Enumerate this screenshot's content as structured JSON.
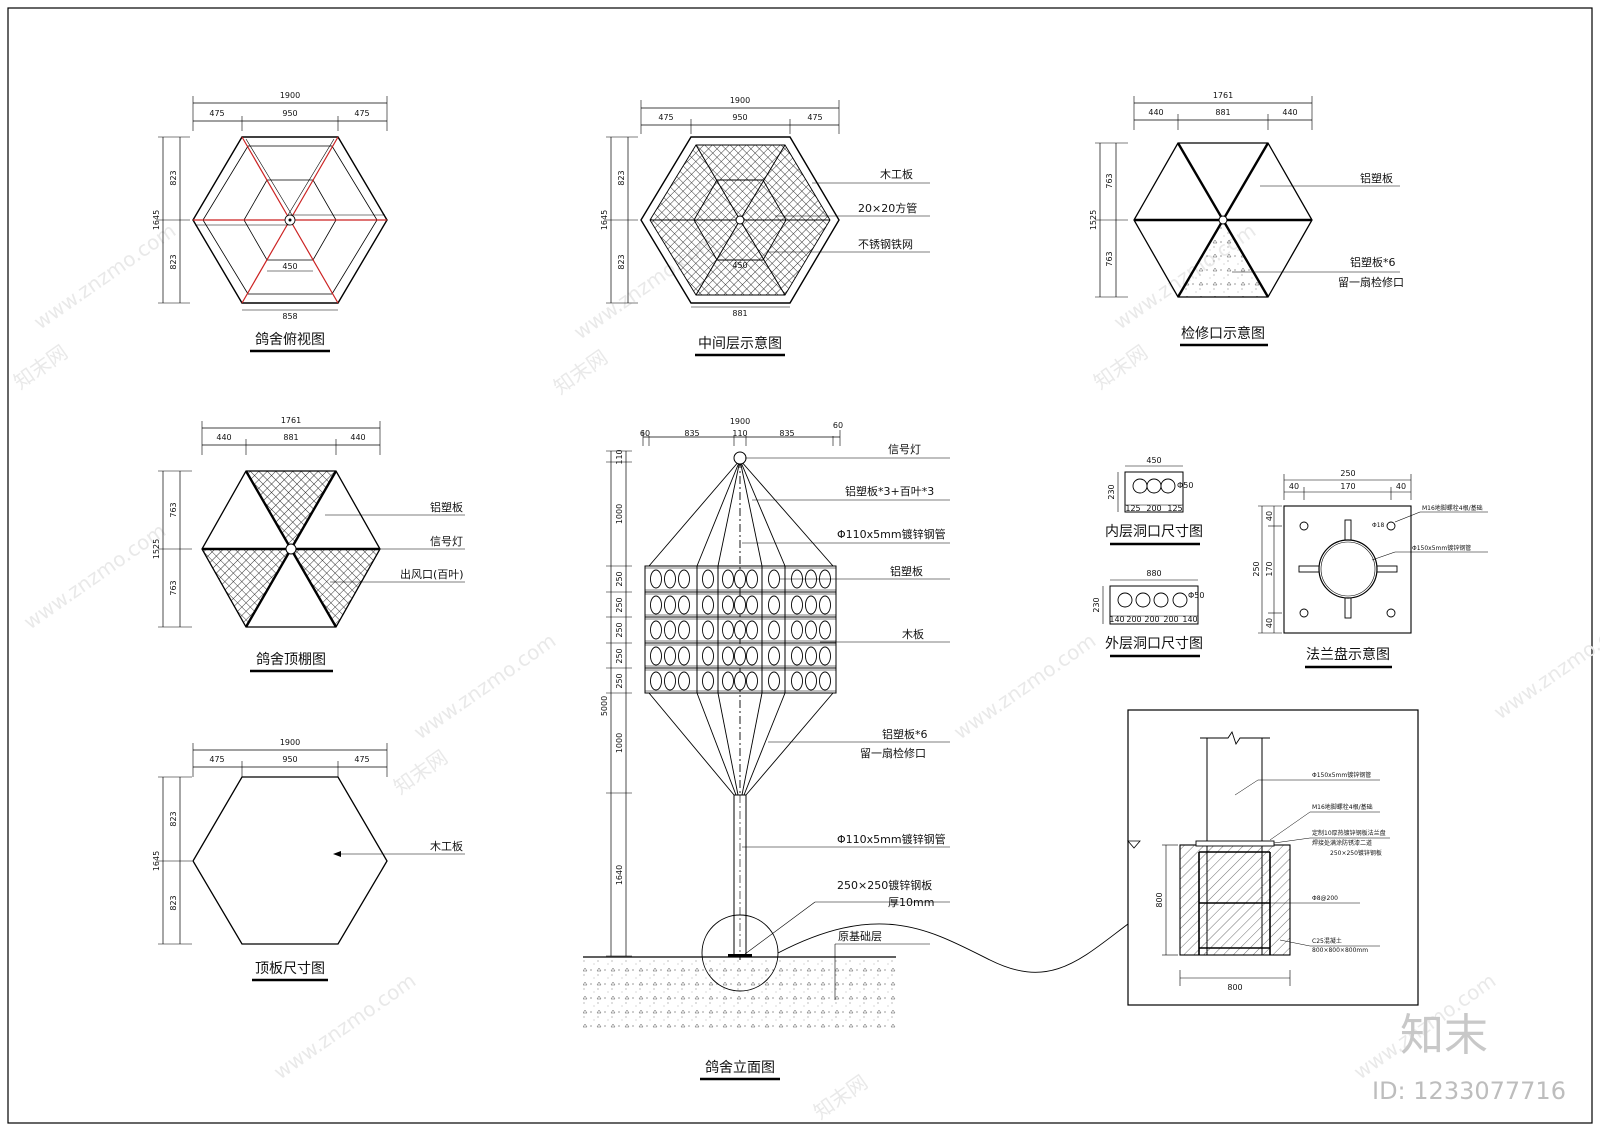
{
  "top_view": {
    "title": "鸽舍俯视图",
    "dims": {
      "total": "1900",
      "left": "475",
      "mid": "950",
      "right": "475",
      "h1": "823",
      "h2": "823",
      "h_total": "1645",
      "inner": "450",
      "bottom": "858"
    }
  },
  "middle_layer": {
    "title": "中间层示意图",
    "dims": {
      "total": "1900",
      "left": "475",
      "mid": "950",
      "right": "475",
      "h1": "823",
      "h2": "823",
      "h_total": "1645",
      "inner": "450",
      "bottom": "881"
    },
    "labels": {
      "l1": "木工板",
      "l2": "20×20方管",
      "l3": "不锈钢铁网"
    }
  },
  "inspection": {
    "title": "检修口示意图",
    "dims": {
      "total": "1761",
      "left": "440",
      "mid": "881",
      "right": "440",
      "h1": "763",
      "h2": "763",
      "h_total": "1525"
    },
    "labels": {
      "l1": "铝塑板",
      "l2": "铝塑板*6",
      "l3": "留一扇检修口"
    }
  },
  "roof": {
    "title": "鸽舍顶棚图",
    "dims": {
      "total": "1761",
      "left": "440",
      "mid": "881",
      "right": "440",
      "h1": "763",
      "h2": "763",
      "h_total": "1525"
    },
    "labels": {
      "l1": "铝塑板",
      "l2": "信号灯",
      "l3": "出风口(百叶)"
    }
  },
  "top_plate": {
    "title": "顶板尺寸图",
    "dims": {
      "total": "1900",
      "left": "475",
      "mid": "950",
      "right": "475",
      "h1": "823",
      "h2": "823",
      "h_total": "1645"
    },
    "labels": {
      "l1": "木工板"
    }
  },
  "elevation": {
    "title": "鸽舍立面图",
    "dims": {
      "total": "1900",
      "a": "60",
      "b": "835",
      "c": "110",
      "d": "835",
      "e": "60",
      "v1": "110",
      "v2": "1000",
      "v3": "250",
      "v4": "250",
      "v5": "250",
      "v6": "250",
      "v7": "250",
      "v8": "1000",
      "v9": "1640",
      "v_total": "5000"
    },
    "labels": {
      "l1": "信号灯",
      "l2": "铝塑板*3+百叶*3",
      "l3": "Φ110x5mm镀锌钢管",
      "l4": "铝塑板",
      "l5": "木板",
      "l6": "铝塑板*6",
      "l7": "留一扇检修口",
      "l8": "Φ110x5mm镀锌钢管",
      "l9": "250×250镀锌钢板",
      "l10": "厚10mm",
      "l11": "原基础层"
    }
  },
  "inner_hole": {
    "title": "内层洞口尺寸图",
    "dims": {
      "total": "450",
      "h": "230",
      "a": "125",
      "b": "200",
      "c": "125",
      "d": "Φ50"
    }
  },
  "outer_hole": {
    "title": "外层洞口尺寸图",
    "dims": {
      "total": "880",
      "h": "230",
      "a": "140",
      "b": "200",
      "c": "200",
      "d": "200",
      "e": "140",
      "f": "Φ50"
    }
  },
  "flange": {
    "title": "法兰盘示意图",
    "dims": {
      "total": "250",
      "a": "40",
      "b": "170",
      "c": "40",
      "v1": "40",
      "v2": "170",
      "v3": "40",
      "v_total": "250"
    },
    "labels": {
      "l1": "M16地脚螺栓4根/基础",
      "l2": "Φ18",
      "l3": "Φ150x5mm镀锌钢管"
    }
  },
  "foundation": {
    "dims": {
      "w": "800",
      "h": "800"
    },
    "labels": {
      "l1": "Φ150x5mm镀锌钢管",
      "l2": "M16地脚螺栓4根/基础",
      "l3": "定制10厚热镀锌钢板法兰盘",
      "l4": "焊接处满涂防锈漆二道",
      "l5": "250×250镀锌钢板",
      "l6": "Φ8@200",
      "l7": "C25混凝土",
      "l8": "800×800×800mm"
    }
  },
  "watermark": {
    "site": "www.znzmo.com",
    "brand_cn": "知末网",
    "logo": "知末",
    "id": "ID: 1233077716"
  }
}
